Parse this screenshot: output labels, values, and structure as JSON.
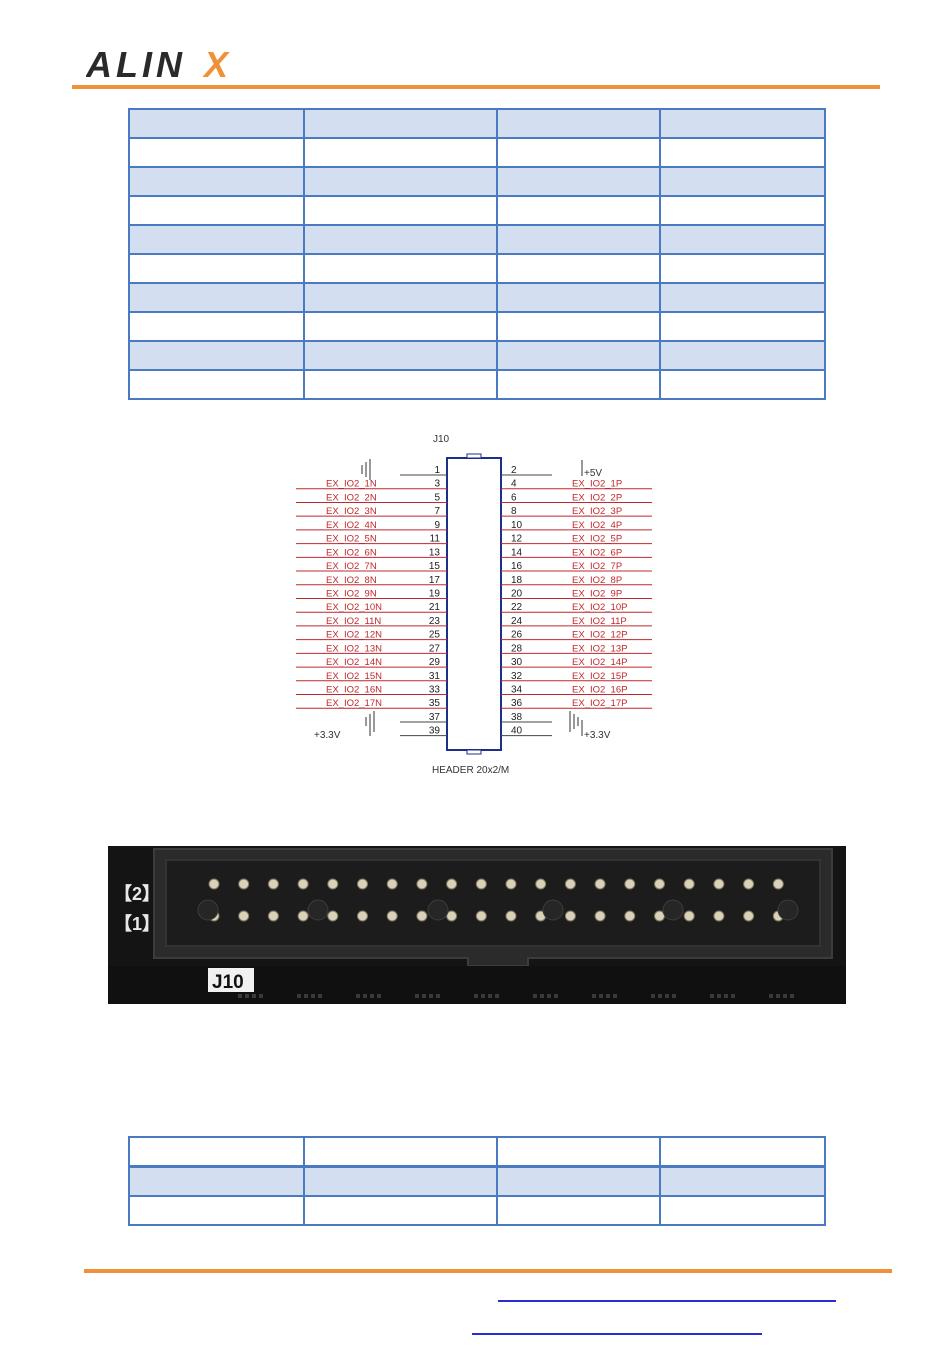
{
  "header": {
    "logo_text": "ALINX",
    "brand_color": "#f0913a"
  },
  "schematic": {
    "ref": "J10",
    "part": "HEADER 20x2/M",
    "power_top": "+5V",
    "power_bottom_left": "+3.3V",
    "power_bottom_right": "+3.3V",
    "net_color": "#c0282d",
    "odd_pins": [
      "1",
      "3",
      "5",
      "7",
      "9",
      "11",
      "13",
      "15",
      "17",
      "19",
      "21",
      "23",
      "25",
      "27",
      "29",
      "31",
      "33",
      "35",
      "37",
      "39"
    ],
    "even_pins": [
      "2",
      "4",
      "6",
      "8",
      "10",
      "12",
      "14",
      "16",
      "18",
      "20",
      "22",
      "24",
      "26",
      "28",
      "30",
      "32",
      "34",
      "36",
      "38",
      "40"
    ],
    "left_nets": [
      "EX_IO2_1N",
      "EX_IO2_2N",
      "EX_IO2_3N",
      "EX_IO2_4N",
      "EX_IO2_5N",
      "EX_IO2_6N",
      "EX_IO2_7N",
      "EX_IO2_8N",
      "EX_IO2_9N",
      "EX_IO2_10N",
      "EX_IO2_11N",
      "EX_IO2_12N",
      "EX_IO2_13N",
      "EX_IO2_14N",
      "EX_IO2_15N",
      "EX_IO2_16N",
      "EX_IO2_17N"
    ],
    "right_nets": [
      "EX_IO2_1P",
      "EX_IO2_2P",
      "EX_IO2_3P",
      "EX_IO2_4P",
      "EX_IO2_5P",
      "EX_IO2_6P",
      "EX_IO2_7P",
      "EX_IO2_8P",
      "EX_IO2_9P",
      "EX_IO2_10P",
      "EX_IO2_11P",
      "EX_IO2_12P",
      "EX_IO2_13P",
      "EX_IO2_14P",
      "EX_IO2_15P",
      "EX_IO2_16P",
      "EX_IO2_17P"
    ]
  },
  "photo": {
    "silk_label": "J10",
    "pin_mark_top": "【2】",
    "pin_mark_bottom": "【1】"
  }
}
